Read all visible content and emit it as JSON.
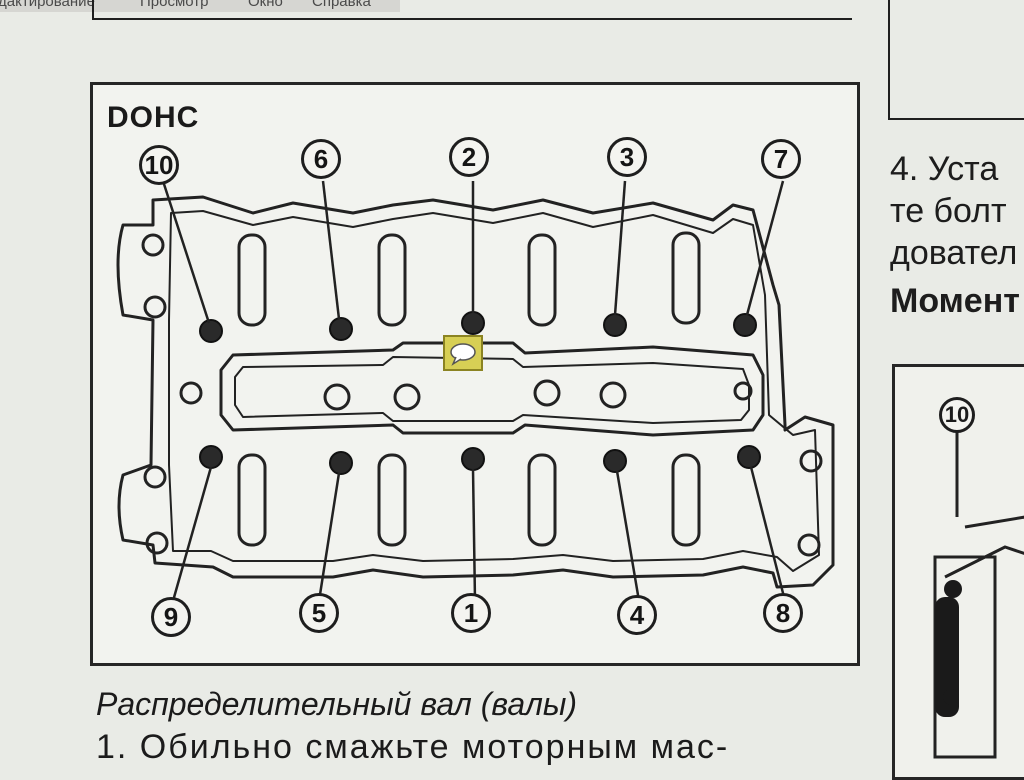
{
  "menubar": {
    "items": [
      "дактирование",
      "Просмотр",
      "Окно",
      "Справка"
    ]
  },
  "figure": {
    "title": "DOHC",
    "callouts_top": [
      "10",
      "6",
      "2",
      "3",
      "7"
    ],
    "callouts_bottom": [
      "9",
      "5",
      "1",
      "4",
      "8"
    ]
  },
  "side_panel": {
    "line1": "4. Уста",
    "line2": "те болт",
    "line3": "довател",
    "bold_line": "Момент",
    "figure_callout": "10"
  },
  "body_text": {
    "section_heading": "Распределительный вал (валы)",
    "step1": "1. Обильно смажьте моторным мас-"
  },
  "colors": {
    "page": "#e9ebe6",
    "ink": "#1b1b1b",
    "note_icon": "#d7cf55"
  },
  "icons": {
    "note": "note-comment-icon"
  }
}
